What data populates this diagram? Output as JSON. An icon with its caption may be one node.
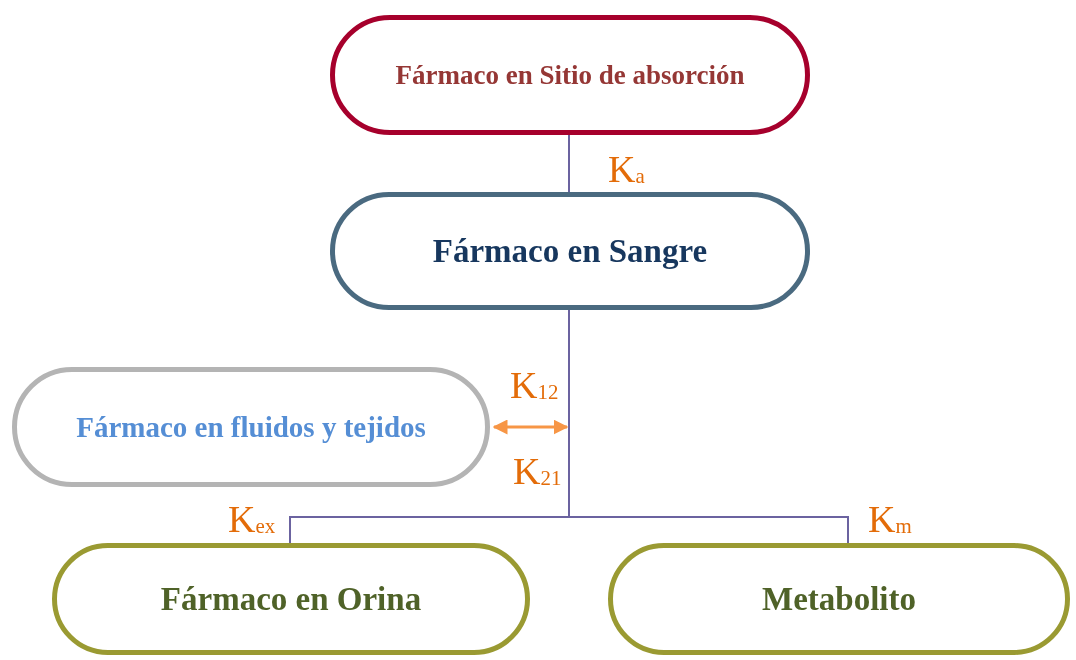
{
  "diagram": {
    "nodes": [
      {
        "text": [
          "Fármaco en Sitio de absorción"
        ]
      },
      {
        "text": [
          "Fármaco en Sangre"
        ]
      },
      {
        "text": [
          "Fármaco en fluidos y tejidos"
        ]
      },
      {
        "text": [
          "Fármaco en Orina"
        ]
      },
      {
        "text": [
          "Metabolito"
        ]
      }
    ],
    "edges": [
      {
        "from": 0,
        "to": 1,
        "arrow": "none",
        "label": "K$_{a}$"
      },
      {
        "from": 1,
        "to": 3,
        "arrow": "none",
        "label": "K$_{ex}$"
      },
      {
        "from": 1,
        "to": 4,
        "arrow": "none",
        "label": "K$_{m}$"
      },
      {
        "from": 2,
        "to": null,
        "arrow": "both",
        "color": "#f79646"
      }
    ],
    "labels": [
      "K$_{12}$",
      "K$_{21}$"
    ]
  }
}
